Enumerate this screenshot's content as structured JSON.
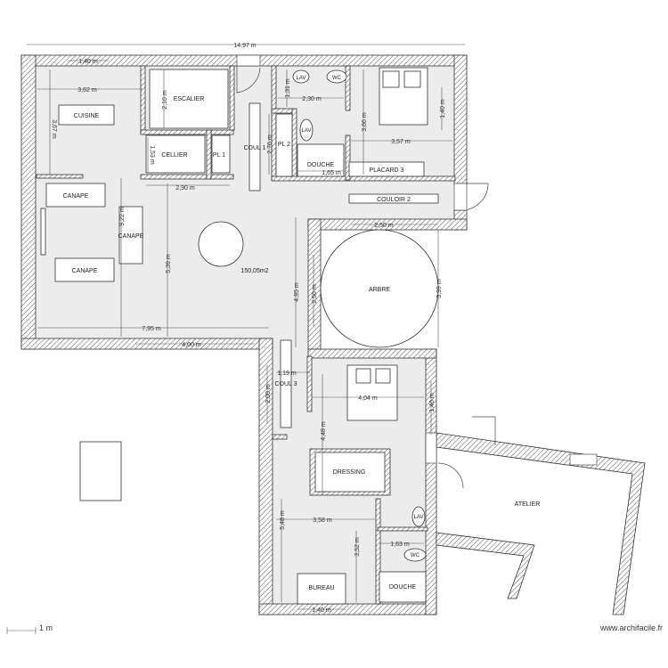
{
  "rooms": {
    "cuisine": "CUISINE",
    "escalier": "ESCALIER",
    "cellier": "CELLIER",
    "pl1": "PL 1",
    "pl2": "PL 2",
    "coul1": "COUL 1",
    "lav1": "LAV",
    "wc1": "WC",
    "lav2": "LAV",
    "douche1": "DOUCHE",
    "placard3": "PLACARD 3",
    "couloir2": "COULOIR 2",
    "canape1": "CANAPE",
    "canape2": "CANAPE",
    "canape3": "CANAPE",
    "area": "150,05m2",
    "arbre": "ARBRE",
    "coul3": "COUL 3",
    "dressing": "DRESSING",
    "lav3": "LAV",
    "wc2": "WC",
    "bureau": "BUREAU",
    "douche2": "DOUCHE",
    "atelier": "ATELIER"
  },
  "dimensions": {
    "overall": "14,97 m",
    "d140a": "1,40 m",
    "d362": "3,62 m",
    "d367": "3,67 m",
    "d210": "2,10 m",
    "d153": "1,53 m",
    "d290": "2,90 m",
    "d276": "2,76 m",
    "d131": "1,31 m",
    "d230": "2,30 m",
    "d366": "3,66 m",
    "d140b": "1,40 m",
    "d357": "3,57 m",
    "d165": "1,65 m",
    "d922": "9,22 m",
    "d539": "5,39 m",
    "d250a": "2,50 m",
    "d495": "4,95 m",
    "d250b": "2,50 m",
    "d399": "3,99 m",
    "d795": "7,95 m",
    "d400": "4,00 m",
    "d119": "1,19 m",
    "d200": "2,00 m",
    "d404": "4,04 m",
    "d140c": "1,40 m",
    "d448": "4,48 m",
    "d548": "5,48 m",
    "d358": "3,58 m",
    "d163": "1,63 m",
    "d352": "3,52 m",
    "d140d": "1,40 m"
  },
  "scale": "1 m",
  "credit": "www.archifacile.fr"
}
